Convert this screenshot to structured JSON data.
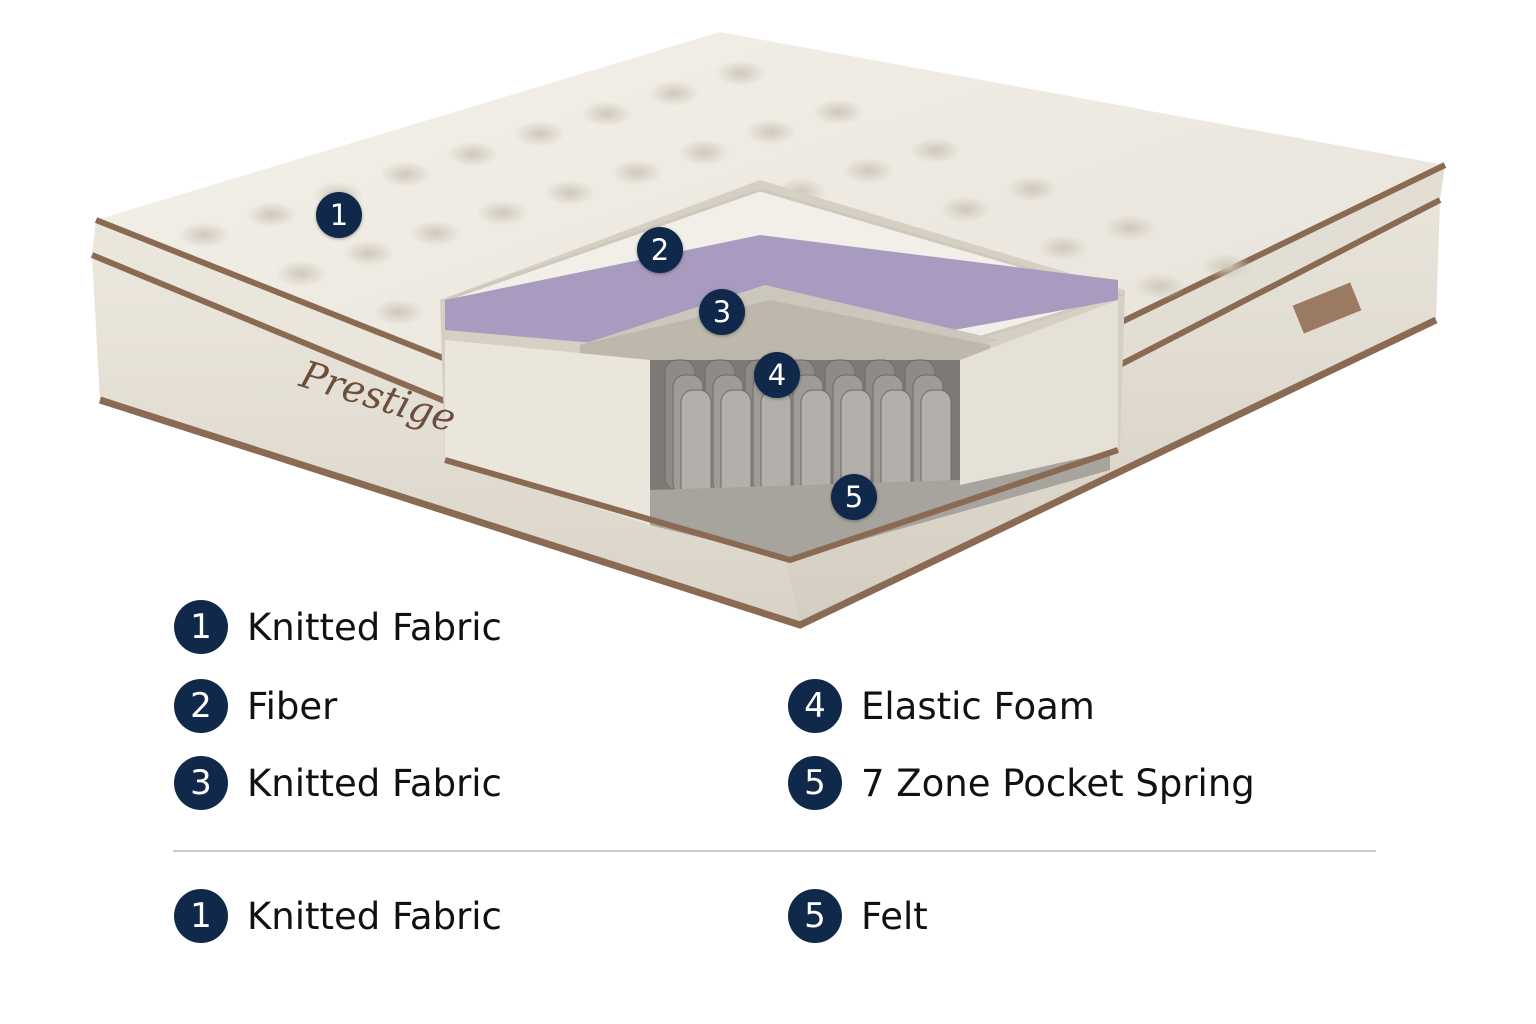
{
  "brand": {
    "text": "Prestige"
  },
  "colors": {
    "badge": "#10284a",
    "piping": "#8a6a52",
    "fabric": "#efebe3",
    "foam": "#a99bc0"
  },
  "markers": [
    {
      "number": "1"
    },
    {
      "number": "2"
    },
    {
      "number": "3"
    },
    {
      "number": "4"
    },
    {
      "number": "5"
    }
  ],
  "legend": {
    "top": [
      {
        "number": "1",
        "label": "Knitted Fabric"
      },
      {
        "number": "2",
        "label": "Fiber"
      },
      {
        "number": "3",
        "label": "Knitted Fabric"
      },
      {
        "number": "4",
        "label": "Elastic Foam"
      },
      {
        "number": "5",
        "label": "7 Zone Pocket Spring"
      }
    ],
    "bottom": [
      {
        "number": "1",
        "label": "Knitted Fabric"
      },
      {
        "number": "5",
        "label": "Felt"
      }
    ]
  }
}
